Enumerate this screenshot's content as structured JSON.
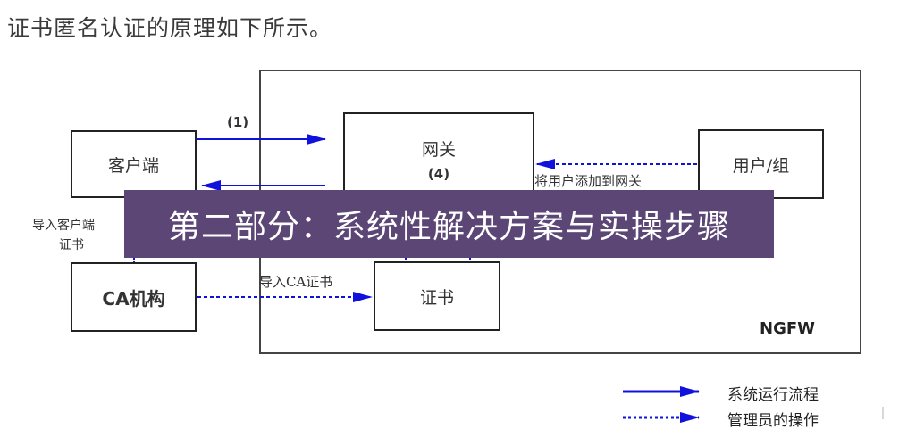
{
  "heading": "证书匿名认证的原理如下所示。",
  "nodes": {
    "client": "客户端",
    "gateway": "网关",
    "gateway_step": "(4)",
    "user_group": "用户/组",
    "ca": "CA机构",
    "certificate": "证书"
  },
  "edge_labels": {
    "step1": "(1)",
    "add_user": "将用户添加到网关",
    "import_client_cert_line1": "导入客户端",
    "import_client_cert_line2": "证书",
    "import_ca_cert": "导入CA证书"
  },
  "frame_label": "NGFW",
  "overlay_title": "第二部分：系统性解决方案与实操步骤",
  "legend": {
    "solid": "系统运行流程",
    "dotted": "管理员的操作"
  },
  "colors": {
    "arrow": "#1111dd",
    "overlay": "#5b4676"
  }
}
